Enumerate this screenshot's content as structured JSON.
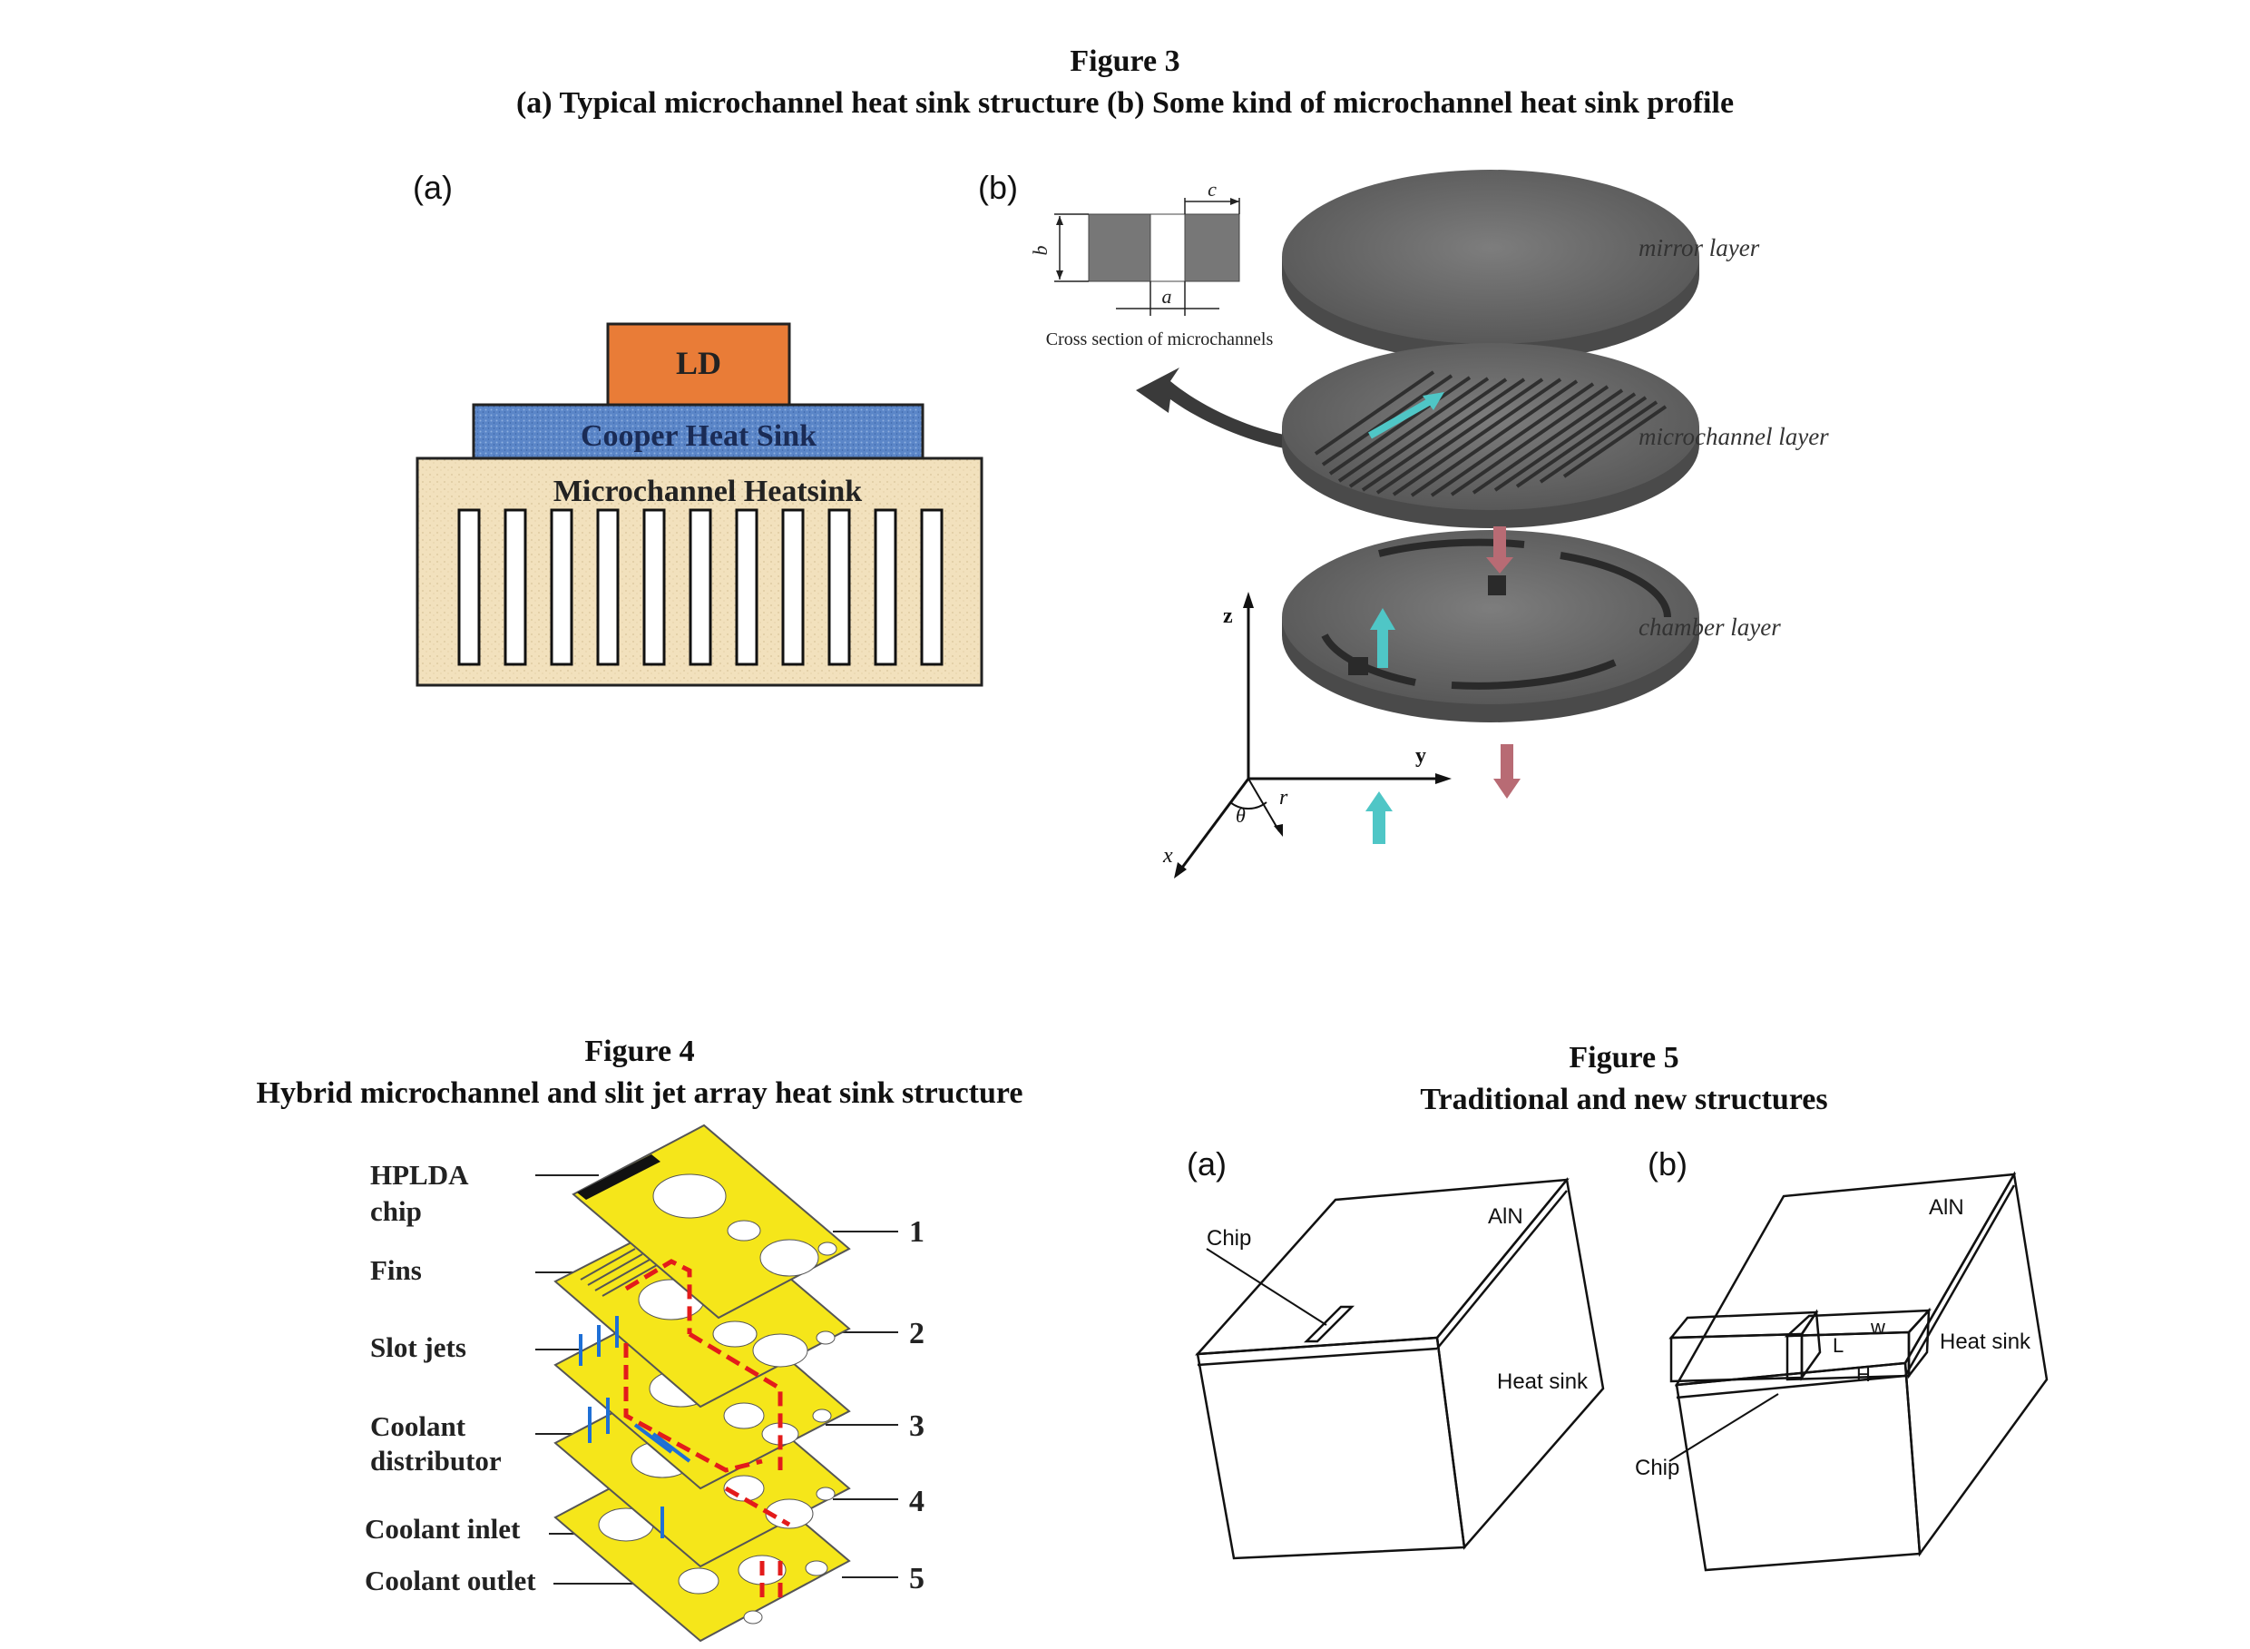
{
  "fig3": {
    "title": "Figure 3",
    "caption": "(a) Typical microchannel heat sink structure (b) Some kind of microchannel heat sink profile",
    "a": {
      "panel": "(a)",
      "ld": "LD",
      "copper": "Cooper Heat Sink",
      "micro": "Microchannel Heatsink"
    },
    "b": {
      "panel": "(b)",
      "cross_section": "Cross section of microchannels",
      "dim_a": "a",
      "dim_b": "b",
      "dim_c": "c",
      "mirror": "mirror layer",
      "microchannel": "microchannel layer",
      "chamber": "chamber layer",
      "axis_z": "z",
      "axis_y": "y",
      "axis_x": "x",
      "axis_r": "r",
      "axis_theta": "θ"
    }
  },
  "fig4": {
    "title": "Figure 4",
    "caption": "Hybrid microchannel and slit jet array heat sink structure",
    "labels": [
      "HPLDA",
      "chip",
      "Fins",
      "Slot jets",
      "Coolant",
      "distributor",
      "Coolant inlet",
      "Coolant outlet"
    ],
    "numbers": [
      "1",
      "2",
      "3",
      "4",
      "5"
    ],
    "colors": {
      "plate": "#f5e61a",
      "inlet": "#1e6fd6",
      "outlet": "#e31b1b"
    }
  },
  "fig5": {
    "title": "Figure 5",
    "caption": "Traditional and new structures",
    "a": {
      "panel": "(a)",
      "chip": "Chip",
      "aln": "AlN",
      "heatsink": "Heat sink"
    },
    "b": {
      "panel": "(b)",
      "chip": "Chip",
      "aln": "AlN",
      "heatsink": "Heat sink",
      "w": "w",
      "L": "L",
      "H": "H"
    }
  }
}
